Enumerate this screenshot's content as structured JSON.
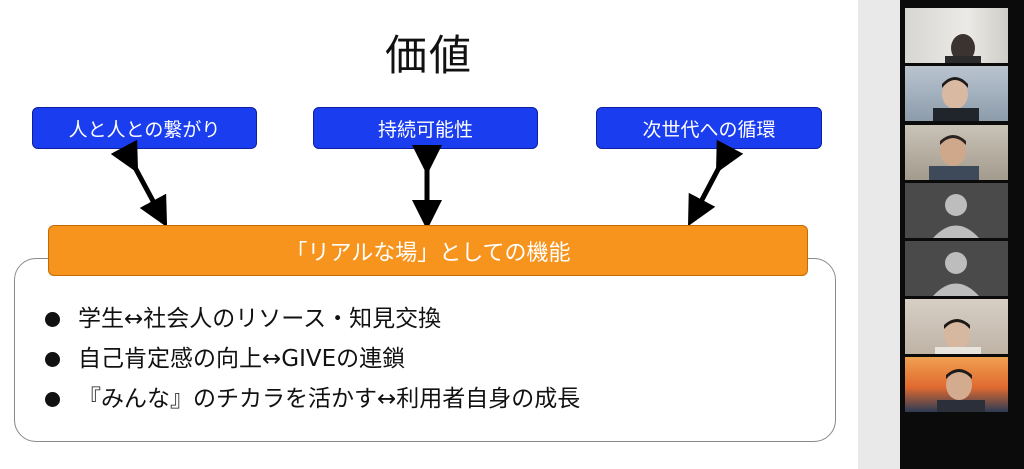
{
  "slide": {
    "title": "価値",
    "values": [
      {
        "label": "人と人との繋がり"
      },
      {
        "label": "持続可能性"
      },
      {
        "label": "次世代への循環"
      }
    ],
    "function_bar": "「リアルな場」としての機能",
    "bullets": [
      "学生↔社会人のリソース・知見交換",
      "自己肯定感の向上↔GIVEの連鎖",
      "『みんな』のチカラを活かす↔利用者自身の成長"
    ]
  },
  "participants": [
    {
      "type": "video",
      "icon": "person-video"
    },
    {
      "type": "video",
      "icon": "person-video"
    },
    {
      "type": "video",
      "icon": "person-video"
    },
    {
      "type": "avatar",
      "icon": "default-avatar-icon"
    },
    {
      "type": "avatar",
      "icon": "default-avatar-icon"
    },
    {
      "type": "video",
      "icon": "person-video"
    },
    {
      "type": "video",
      "icon": "person-video"
    }
  ],
  "colors": {
    "value_box": "#1a3df0",
    "function_bar": "#f7941d",
    "panel_bg": "#0b0b0b"
  }
}
